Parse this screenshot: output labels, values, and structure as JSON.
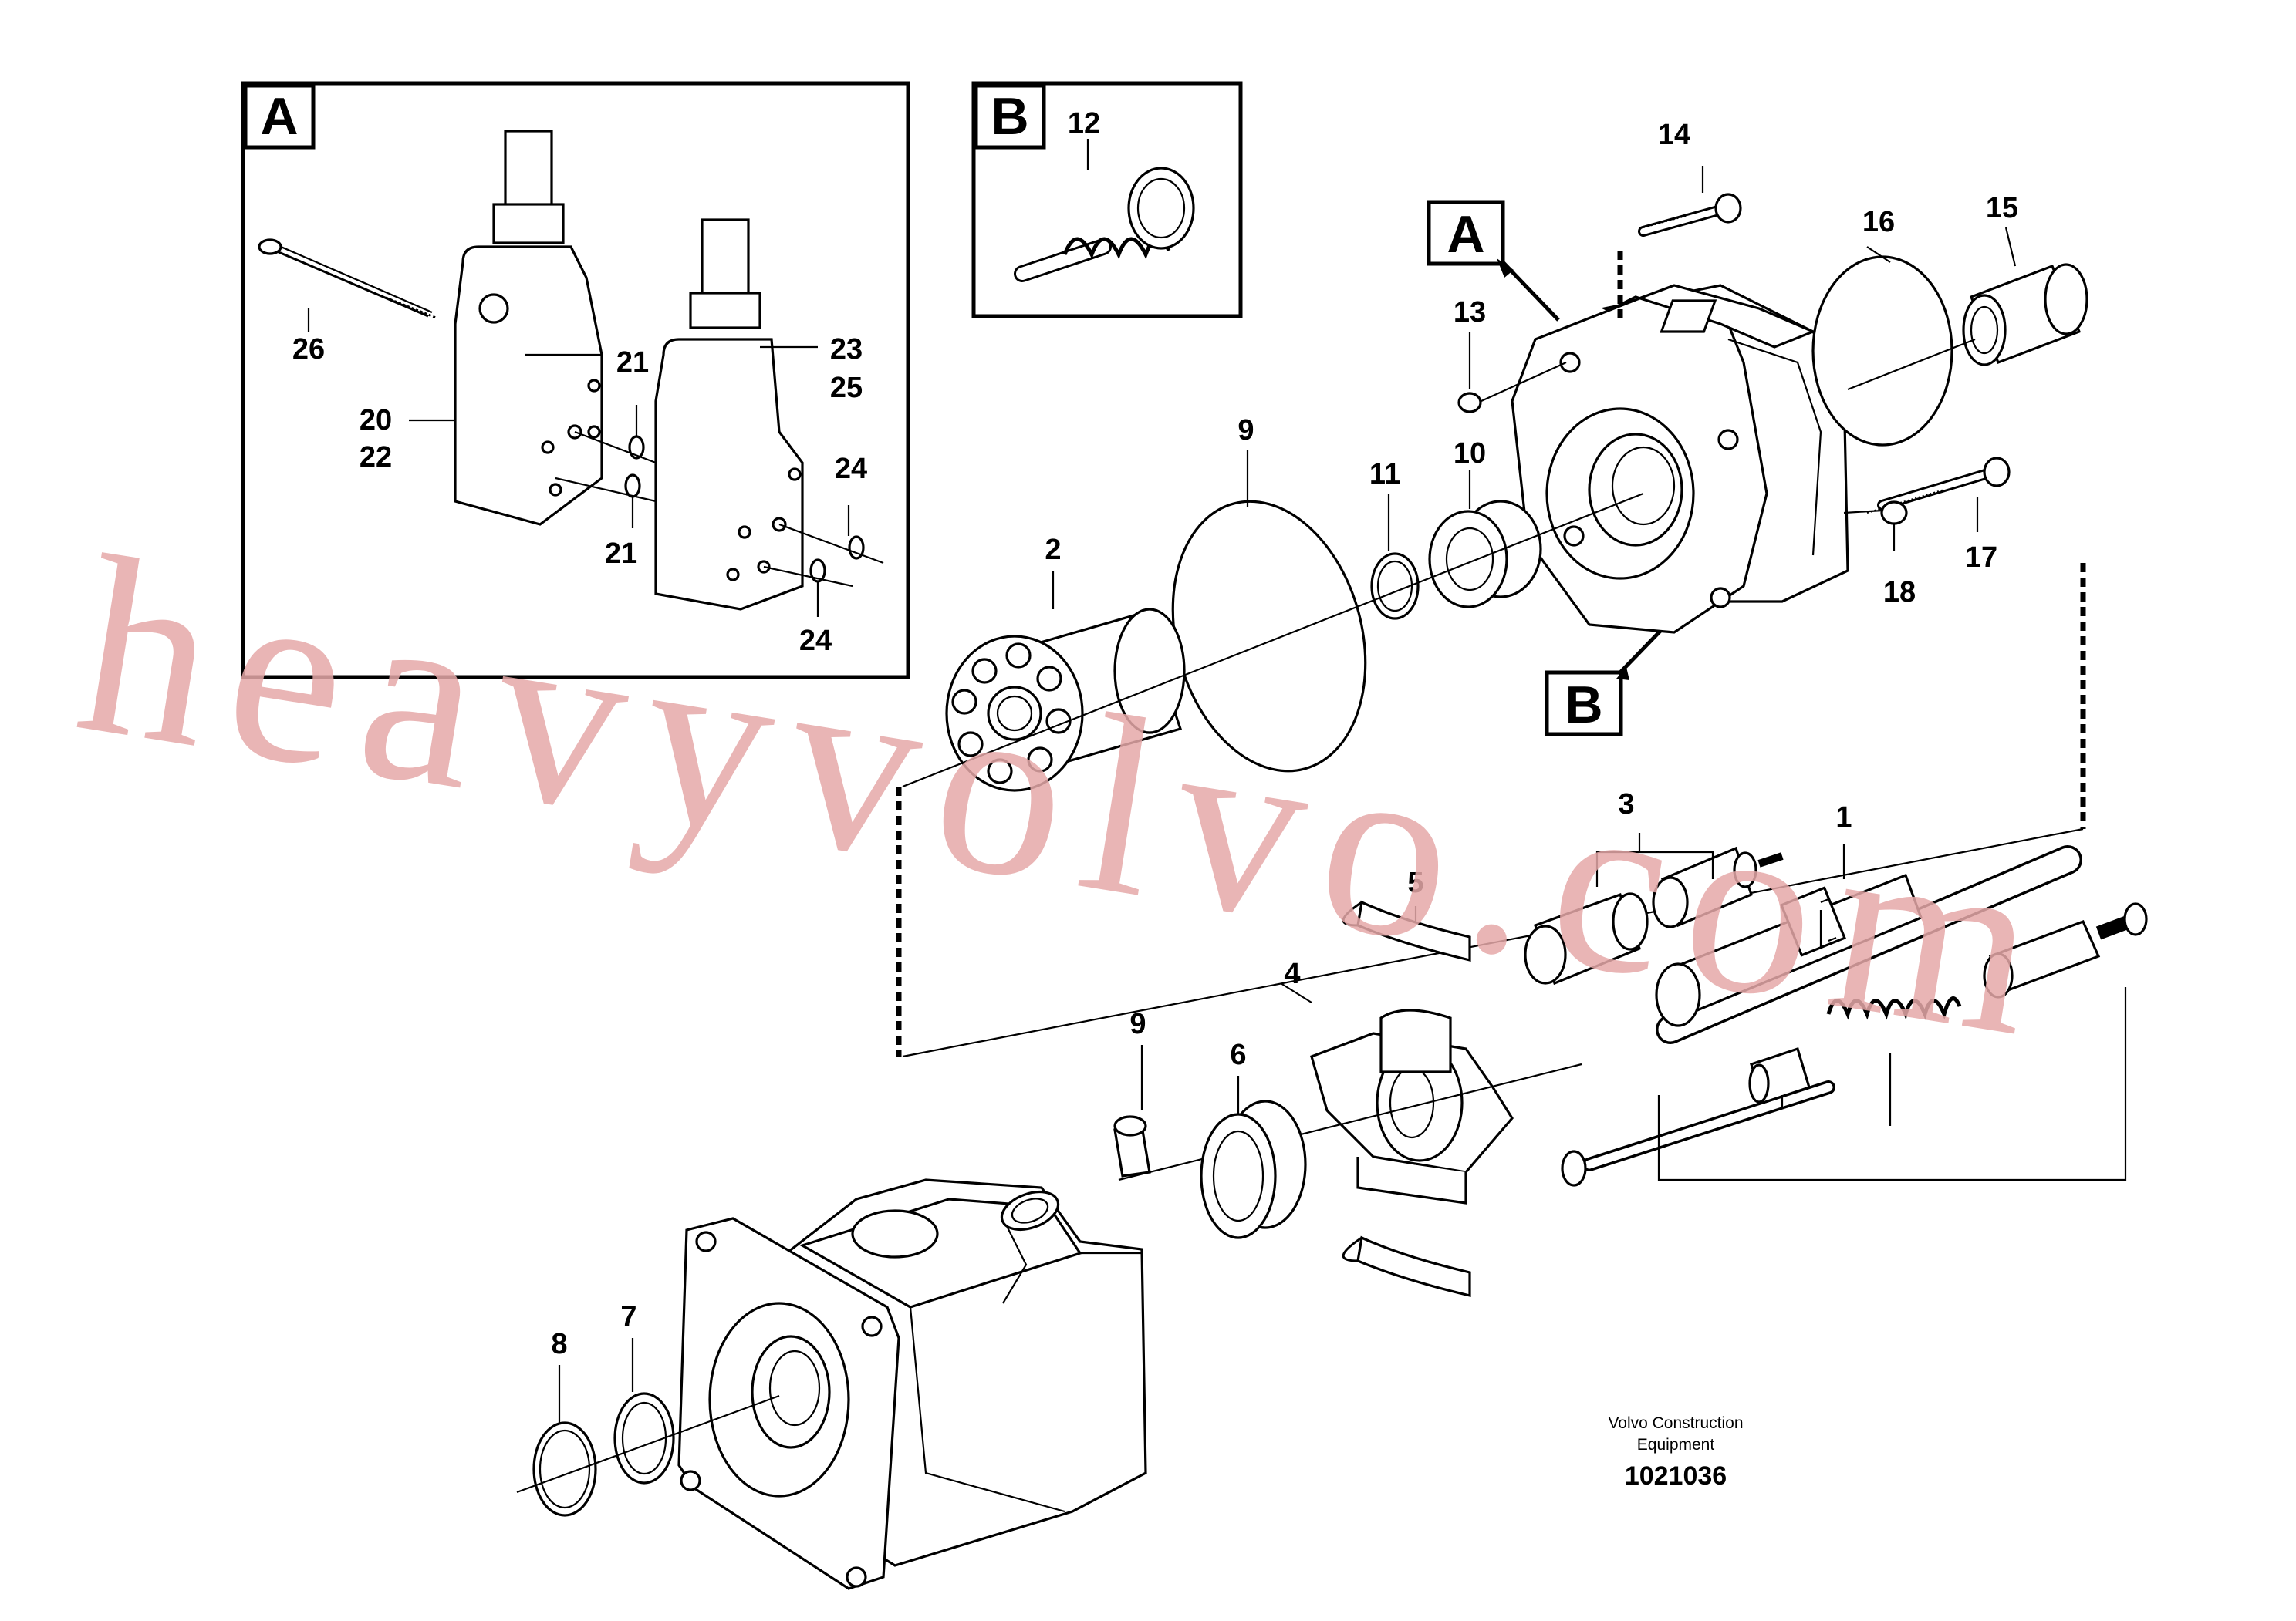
{
  "diagram": {
    "inset_a": {
      "label": "A",
      "part_labels": [
        "26",
        "20",
        "22",
        "21",
        "21",
        "23",
        "25",
        "24",
        "24"
      ]
    },
    "inset_b": {
      "label": "B",
      "part_labels": [
        "12"
      ]
    },
    "callouts": {
      "a": "A",
      "b": "B"
    },
    "part_labels": {
      "p1": "1",
      "p2": "2",
      "p3": "3",
      "p4": "4",
      "p5": "5",
      "p6": "6",
      "p7": "7",
      "p8": "8",
      "p9a": "9",
      "p9b": "9",
      "p10": "10",
      "p11": "11",
      "p13": "13",
      "p14": "14",
      "p15": "15",
      "p16": "16",
      "p17": "17",
      "p18": "18"
    },
    "watermark": "heavyvolvo.com",
    "caption": {
      "line1": "Volvo Construction",
      "line2": "Equipment",
      "doc_number": "1021036"
    }
  }
}
